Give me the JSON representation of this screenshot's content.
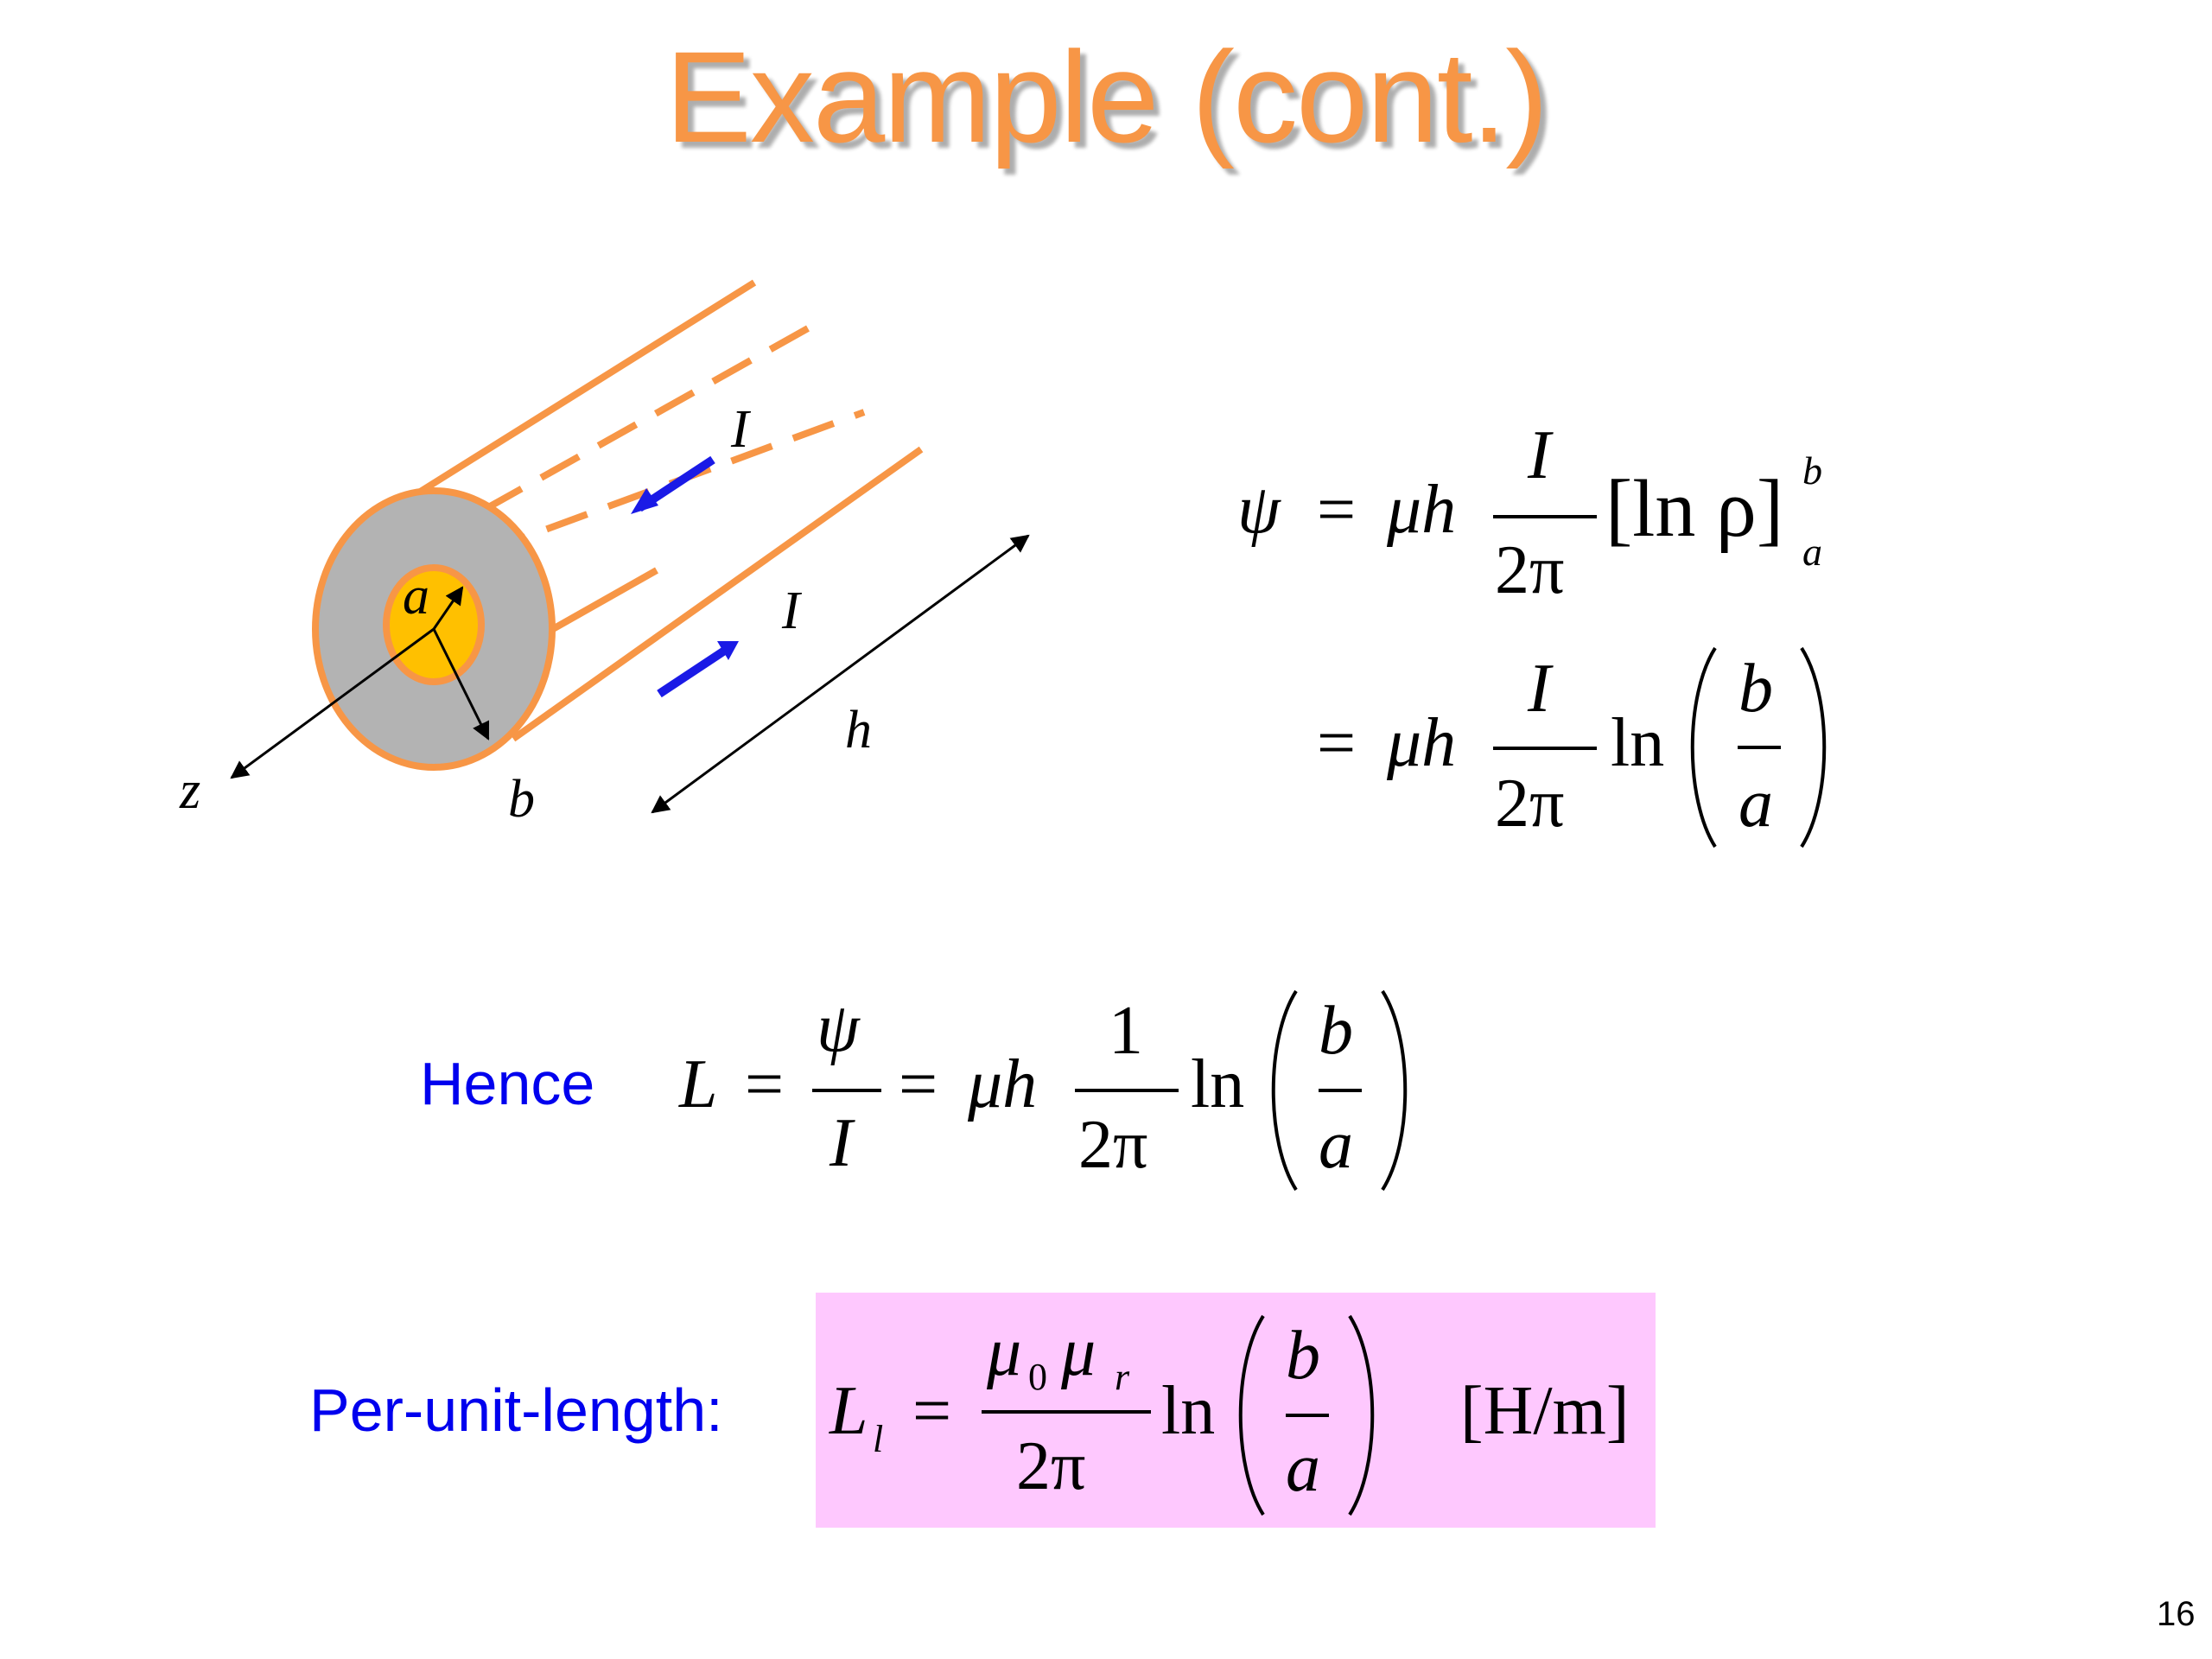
{
  "slide": {
    "title": "Example (cont.)",
    "page_number": "16",
    "colors": {
      "title": "#f79646",
      "label_text": "#0000ee",
      "highlight_box": "#fec8fe",
      "conductor_outline": "#f79646",
      "dielectric": "#b3b3b3",
      "inner_conductor": "#ffc000",
      "current_arrow": "#1a1ae6"
    }
  },
  "diagram": {
    "labels": {
      "current_top": "I",
      "current_bottom": "I",
      "inner_radius": "a",
      "outer_radius": "b",
      "axis": "z",
      "length": "h"
    }
  },
  "equations": {
    "eq1": {
      "psi": "ψ",
      "eq": "=",
      "mu_h": "μh",
      "num": "I",
      "den": "2π",
      "bracket_content": "[ln ρ]",
      "sup": "b",
      "sub": "a"
    },
    "eq2": {
      "eq": "=",
      "mu_h": "μh",
      "num": "I",
      "den": "2π",
      "ln": "ln",
      "frac_num": "b",
      "frac_den": "a"
    },
    "hence": {
      "label": "Hence",
      "L": "L",
      "eq1": "=",
      "psi": "ψ",
      "I": "I",
      "eq2": "=",
      "mu_h": "μh",
      "num": "1",
      "den": "2π",
      "ln": "ln",
      "frac_num": "b",
      "frac_den": "a"
    },
    "per_unit": {
      "label": "Per-unit-length:",
      "L": "L",
      "L_sub": "l",
      "eq": "=",
      "mu0": "μ",
      "mu0_sub": "0",
      "mur": "μ",
      "mur_sub": "r",
      "den": "2π",
      "ln": "ln",
      "frac_num": "b",
      "frac_den": "a",
      "units": "[H/m]"
    }
  }
}
